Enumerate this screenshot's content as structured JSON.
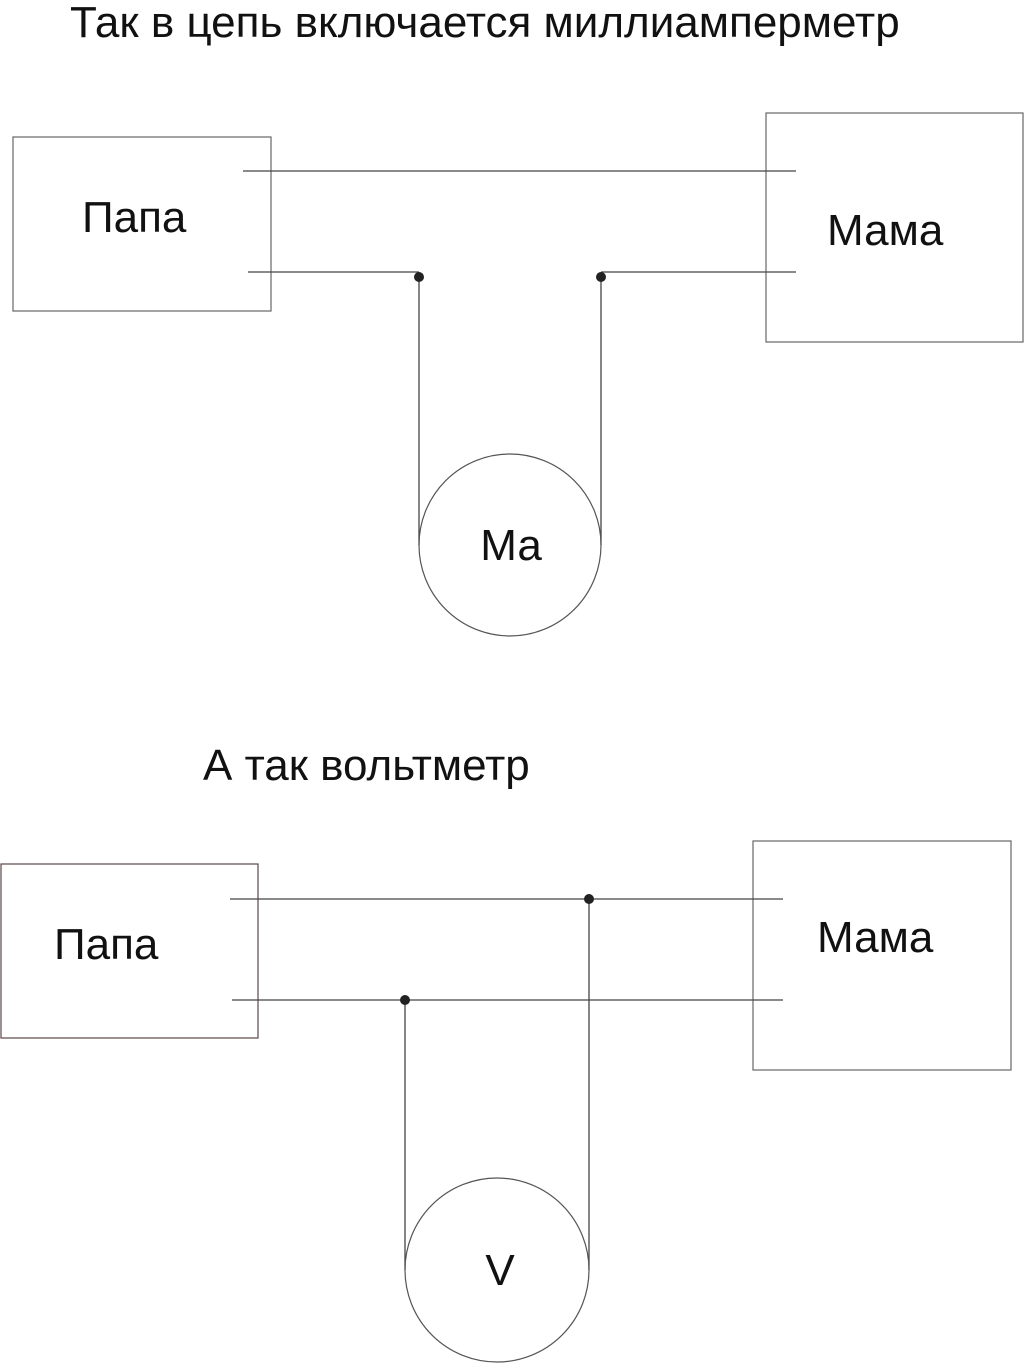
{
  "diagram1": {
    "title": "Так в цепь включается миллиамперметр",
    "left_box": "Папа",
    "right_box": "Мама",
    "meter": "Ма"
  },
  "diagram2": {
    "title": "А так вольтметр",
    "left_box": "Папа",
    "right_box": "Мама",
    "meter": "V"
  }
}
